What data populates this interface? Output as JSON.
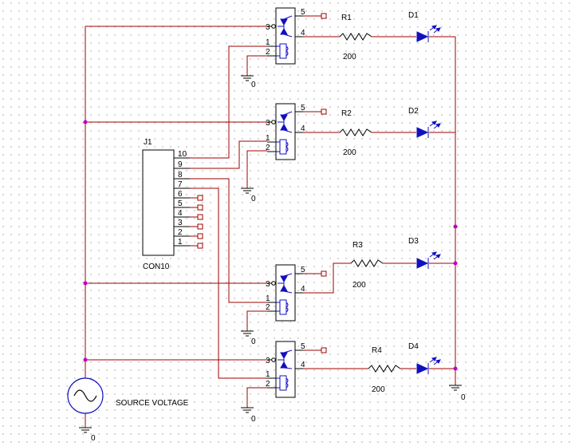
{
  "connector": {
    "ref": "J1",
    "value": "CON10",
    "pins": [
      "10",
      "9",
      "8",
      "7",
      "6",
      "5",
      "4",
      "3",
      "2",
      "1"
    ]
  },
  "source": {
    "label": "SOURCE VOLTAGE"
  },
  "ground_label": "0",
  "relays": [
    {
      "pins": {
        "p1": "1",
        "p2": "2",
        "p3": "3",
        "p4": "4",
        "p5": "5"
      }
    },
    {
      "pins": {
        "p1": "1",
        "p2": "2",
        "p3": "3",
        "p4": "4",
        "p5": "5"
      }
    },
    {
      "pins": {
        "p1": "1",
        "p2": "2",
        "p3": "3",
        "p4": "4",
        "p5": "5"
      }
    },
    {
      "pins": {
        "p1": "1",
        "p2": "2",
        "p3": "3",
        "p4": "4",
        "p5": "5"
      }
    }
  ],
  "resistors": [
    {
      "ref": "R1",
      "value": "200"
    },
    {
      "ref": "R2",
      "value": "200"
    },
    {
      "ref": "R3",
      "value": "200"
    },
    {
      "ref": "R4",
      "value": "200"
    }
  ],
  "leds": [
    {
      "ref": "D1"
    },
    {
      "ref": "D2"
    },
    {
      "ref": "D3"
    },
    {
      "ref": "D4"
    }
  ]
}
